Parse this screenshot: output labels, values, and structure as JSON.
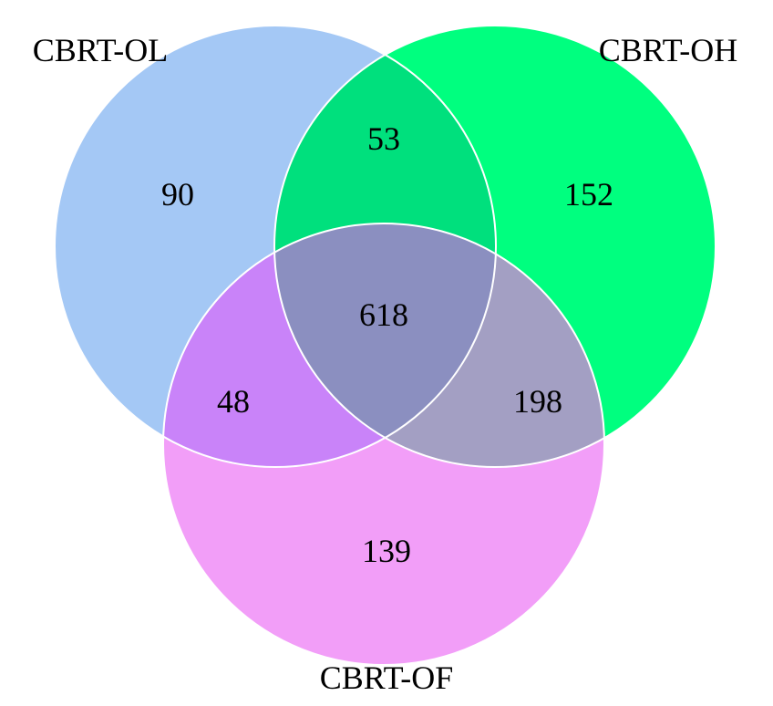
{
  "sets": [
    {
      "id": "ol",
      "label": "CBRT-OL",
      "color": "#a4c8f5"
    },
    {
      "id": "oh",
      "label": "CBRT-OH",
      "color": "#00ff7f"
    },
    {
      "id": "of",
      "label": "CBRT-OF",
      "color": "#f29ef8"
    }
  ],
  "regions": {
    "ol_only": "90",
    "oh_only": "152",
    "of_only": "139",
    "ol_oh": "53",
    "ol_of": "48",
    "oh_of": "198",
    "all": "618"
  },
  "overlap_colors": {
    "ol_oh": "#00e07d",
    "ol_of": "#c983f9",
    "oh_of": "#a39fc3",
    "all": "#8b8fc0"
  }
}
